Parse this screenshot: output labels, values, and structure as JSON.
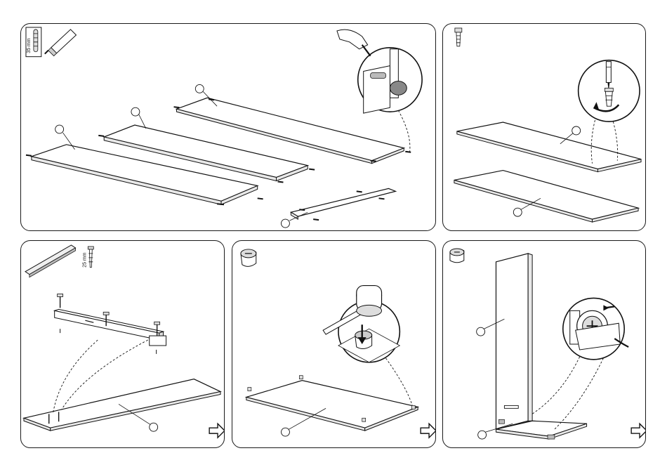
{
  "steps": [
    {
      "id": "step-1",
      "hardware": [
        {
          "name": "dowel",
          "size_label": "35 mm"
        },
        {
          "name": "glue-tube"
        }
      ]
    },
    {
      "id": "step-2",
      "hardware": [
        {
          "name": "cam-bolt"
        }
      ]
    },
    {
      "id": "step-3",
      "hardware": [
        {
          "name": "drawer-runner"
        },
        {
          "name": "screw",
          "size_label": "25 mm"
        }
      ]
    },
    {
      "id": "step-4",
      "hardware": [
        {
          "name": "cam-lock"
        }
      ]
    },
    {
      "id": "step-5",
      "hardware": [
        {
          "name": "cam-lock"
        }
      ]
    }
  ],
  "icons": {
    "next": "next-arrow-icon",
    "down": "down-arrow-icon",
    "rotate": "rotate-arrow-icon"
  },
  "colors": {
    "line": "#111111",
    "background": "#ffffff",
    "edge": "#e8e8e8"
  }
}
